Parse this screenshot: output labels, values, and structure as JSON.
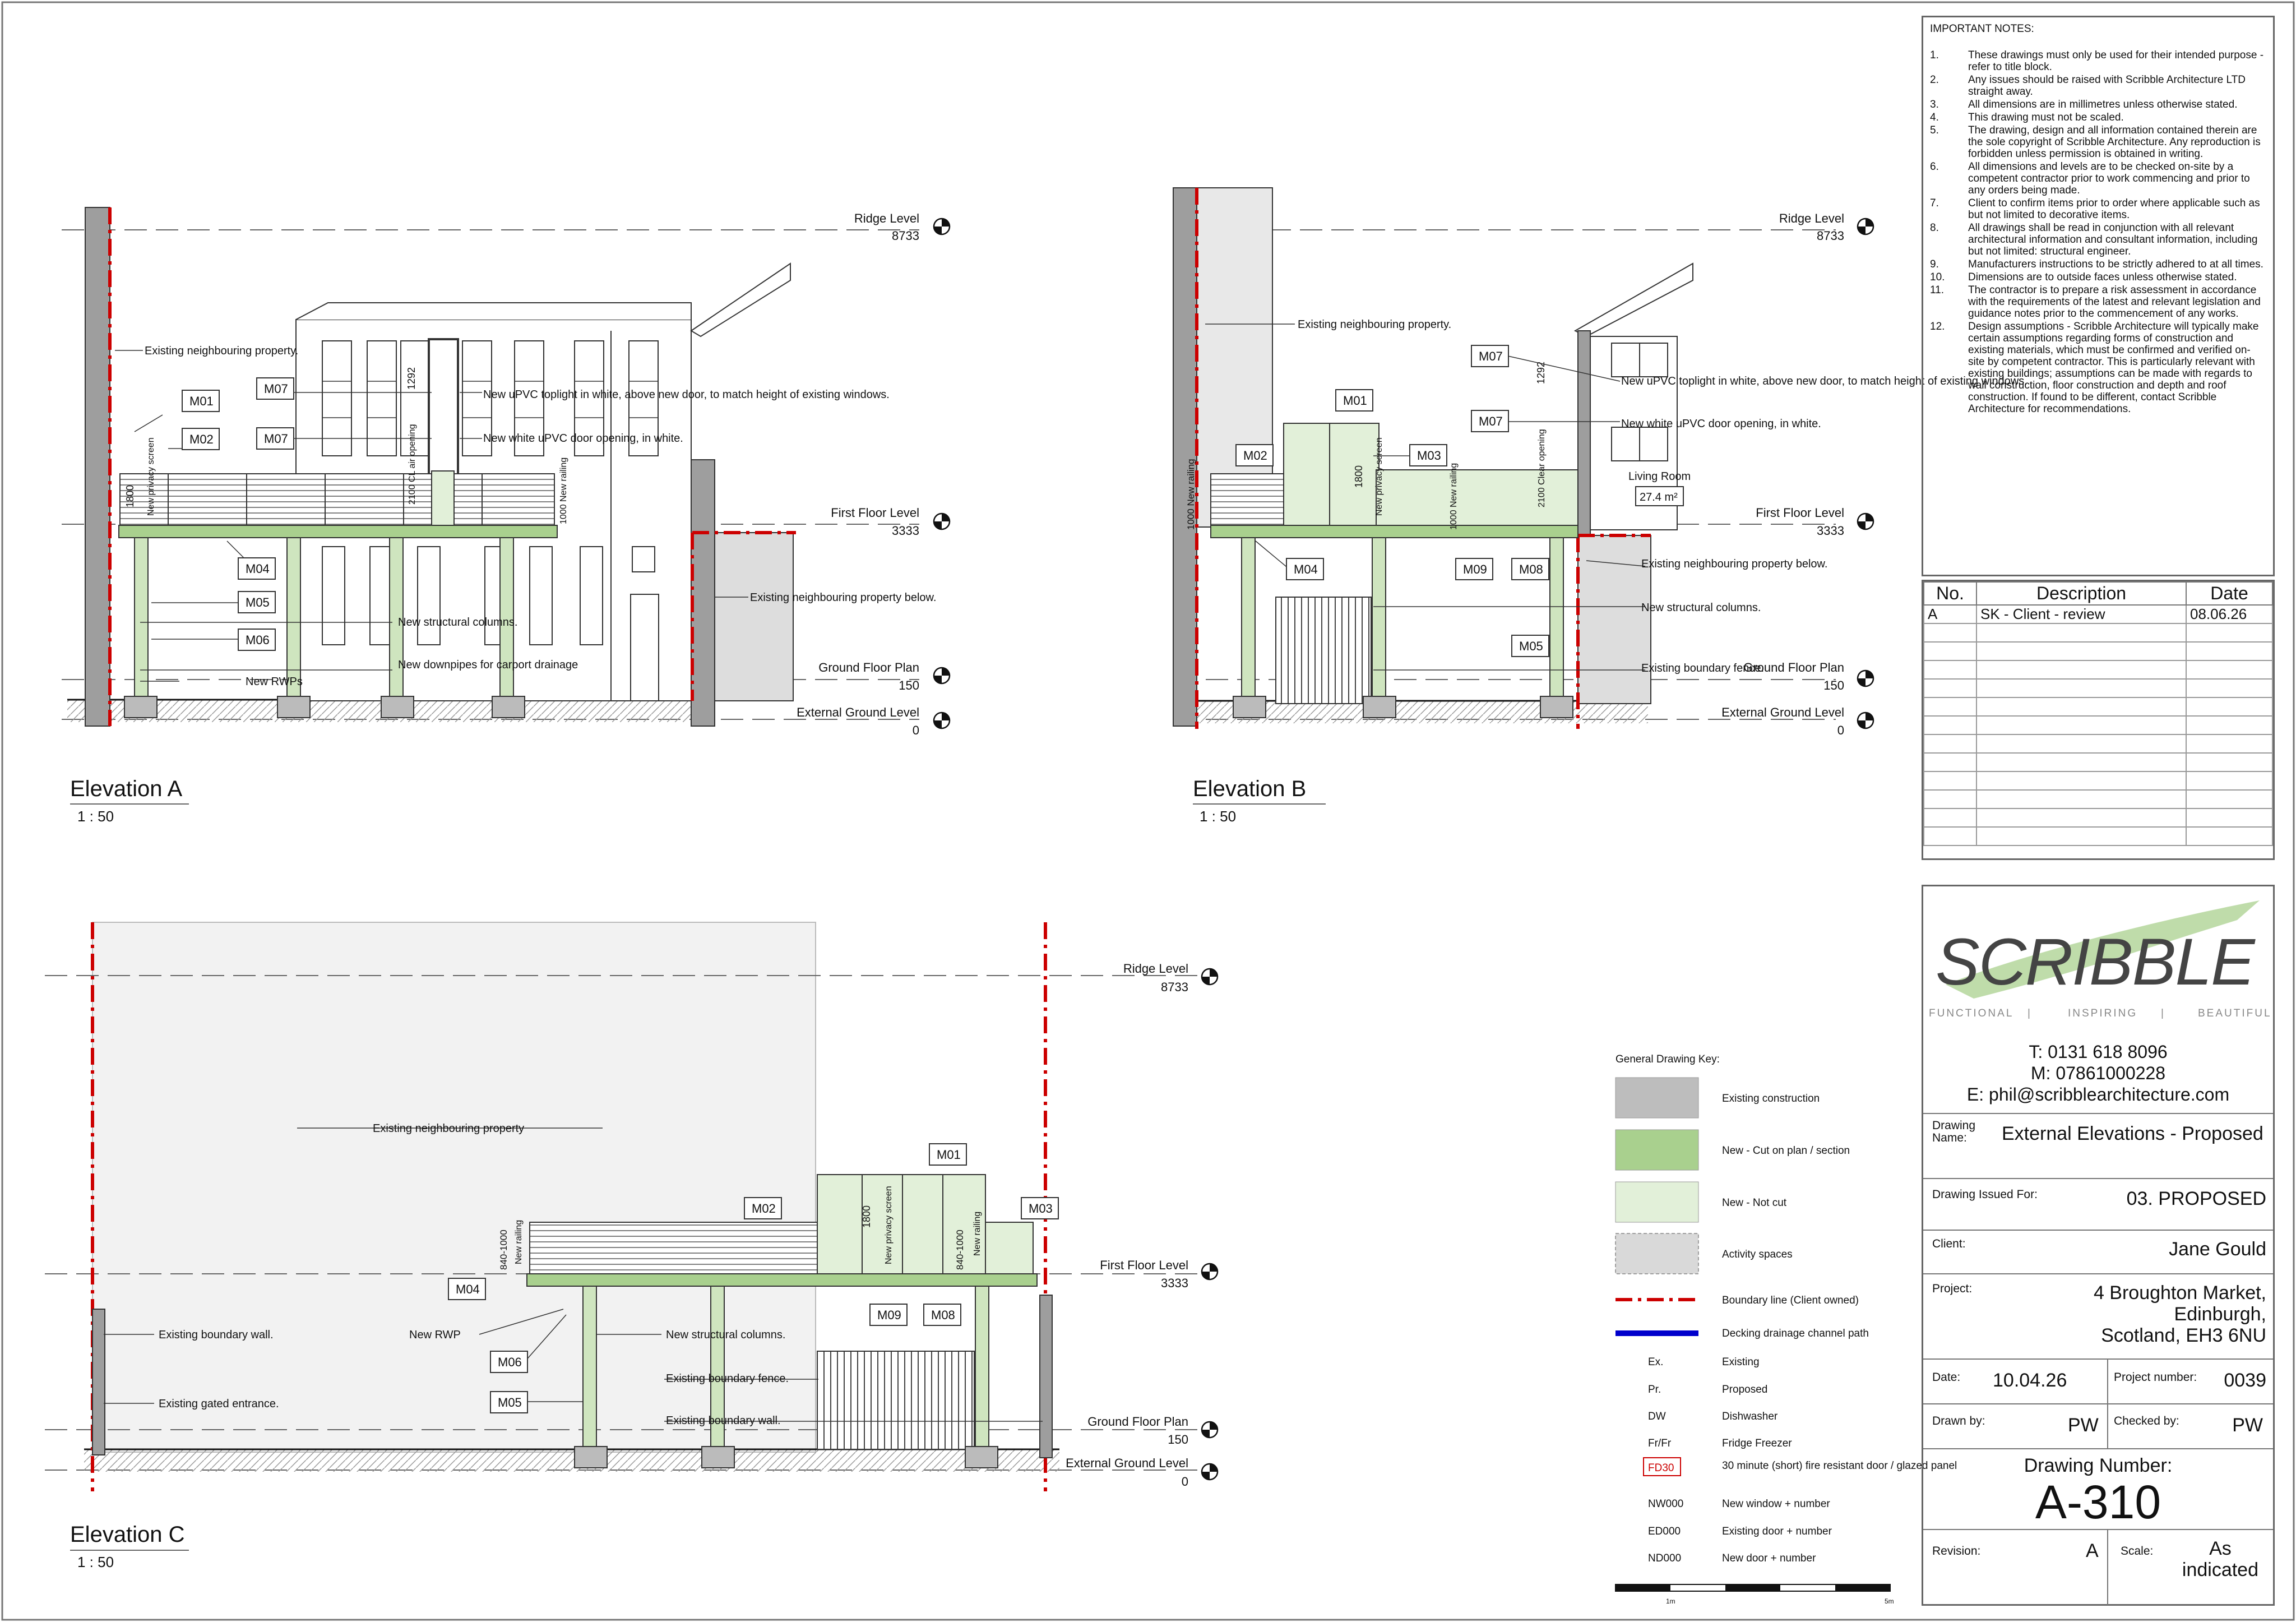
{
  "notes": {
    "heading": "IMPORTANT NOTES:",
    "items": [
      {
        "n": "1.",
        "t": "These drawings must only be used for their intended purpose - refer to title block."
      },
      {
        "n": "2.",
        "t": "Any issues should be raised with Scribble Architecture LTD straight away."
      },
      {
        "n": "3.",
        "t": "All dimensions are in millimetres unless otherwise stated."
      },
      {
        "n": "4.",
        "t": "This drawing must not be scaled."
      },
      {
        "n": "5.",
        "t": "The drawing, design and all information contained therein are the sole copyright of Scribble Architecture. Any reproduction is forbidden unless permission is obtained in writing."
      },
      {
        "n": "6.",
        "t": "All dimensions and levels are to be checked on-site by a competent contractor prior to work commencing and prior to any orders being made."
      },
      {
        "n": "7.",
        "t": "Client to confirm items prior to order where applicable such as but not limited to decorative items."
      },
      {
        "n": "8.",
        "t": "All drawings shall be read in conjunction with all relevant architectural information and consultant information, including but not limited: structural engineer."
      },
      {
        "n": "9.",
        "t": "Manufacturers instructions to be strictly adhered to at all times."
      },
      {
        "n": "10.",
        "t": "Dimensions are to outside faces unless otherwise stated."
      },
      {
        "n": "11.",
        "t": "The contractor is to prepare a risk assessment in accordance with the requirements of the latest and relevant legislation and guidance notes prior to the commencement of any works."
      },
      {
        "n": "12.",
        "t": "Design assumptions - Scribble Architecture will typically make certain assumptions regarding forms of construction and existing materials, which must be confirmed and verified on-site by competent contractor. This is particularly relevant with existing buildings; assumptions can be made with regards to wall construction, floor construction and depth and roof construction. If found to be different, contact Scribble Architecture for recommendations."
      }
    ]
  },
  "revisions": {
    "headers": [
      "No.",
      "Description",
      "Date"
    ],
    "rows": [
      [
        "A",
        "SK - Client - review",
        "08.06.26"
      ]
    ]
  },
  "titleblock": {
    "logo": "SCRIBBLE",
    "tagline": [
      "FUNCTIONAL",
      "|",
      "INSPIRING",
      "|",
      "BEAUTIFUL"
    ],
    "phone": "T: 0131 618 8096",
    "mobile": "M: 07861000228",
    "email": "E: phil@scribblearchitecture.com",
    "drawing_name_label": "Drawing Name:",
    "drawing_name": "External Elevations - Proposed",
    "issued_label": "Drawing Issued For:",
    "issued": "03. PROPOSED",
    "client_label": "Client:",
    "client": "Jane Gould",
    "project_label": "Project:",
    "project": [
      "4 Broughton Market,",
      "Edinburgh,",
      "Scotland, EH3 6NU"
    ],
    "date_label": "Date:",
    "date": "10.04.26",
    "project_number_label": "Project number:",
    "project_number": "0039",
    "drawn_label": "Drawn by:",
    "drawn": "PW",
    "checked_label": "Checked by:",
    "checked": "PW",
    "number_label": "Drawing Number:",
    "number": "A-310",
    "revision_label": "Revision:",
    "revision": "A",
    "scale_label": "Scale:",
    "scale": [
      "As",
      "indicated"
    ]
  },
  "key": {
    "title": "General Drawing Key:",
    "swatches": [
      {
        "label": "Existing construction",
        "fill": "#bdbdbd"
      },
      {
        "label": "New - Cut on plan / section",
        "fill": "#a9d08e"
      },
      {
        "label": "New - Not cut",
        "fill": "#e2f0d9"
      },
      {
        "label": "Activity spaces",
        "fill": "#d9d9d9"
      }
    ],
    "lines": [
      {
        "label": "Boundary line (Client owned)",
        "color": "#cc0000"
      },
      {
        "label": "Decking drainage channel path",
        "color": "#0000cc"
      }
    ],
    "abbrevs": [
      {
        "code": "Ex.",
        "label": "Existing"
      },
      {
        "code": "Pr.",
        "label": "Proposed"
      },
      {
        "code": "DW",
        "label": "Dishwasher"
      },
      {
        "code": "Fr/Fr",
        "label": "Fridge Freezer"
      },
      {
        "code": "FD30",
        "label": "30 minute (short) fire resistant door / glazed panel"
      },
      {
        "code": "NW000",
        "label": "New window + number"
      },
      {
        "code": "ED000",
        "label": "Existing door + number"
      },
      {
        "code": "ND000",
        "label": "New door + number"
      }
    ],
    "scalebar": [
      "1m",
      "5m"
    ]
  },
  "levels": {
    "ridge": {
      "name": "Ridge Level",
      "value": "8733"
    },
    "first": {
      "name": "First Floor Level",
      "value": "3333"
    },
    "ground": {
      "name": "Ground Floor Plan",
      "value": "150"
    },
    "external": {
      "name": "External Ground Level",
      "value": "0"
    }
  },
  "elevation_a": {
    "title": "Elevation A",
    "scale": "1 : 50",
    "tags": [
      "M01",
      "M02",
      "M07",
      "M07",
      "M04",
      "M05",
      "M06"
    ],
    "notes": {
      "neighbour": "Existing neighbouring property.",
      "toplight": "New uPVC toplight in white, above new door, to match height of existing windows.",
      "door": "New white uPVC door opening, in white.",
      "columns": "New structural columns.",
      "downpipes": "New downpipes for carport drainage",
      "rwps": "New RWPs",
      "below": "Existing neighbouring property below."
    },
    "dims": [
      "1800",
      "New privacy screen",
      "1292",
      "2100 CL air opening",
      "1000 New railing"
    ]
  },
  "elevation_b": {
    "title": "Elevation B",
    "scale": "1 : 50",
    "tags": [
      "M07",
      "M07",
      "M01",
      "M02",
      "M03",
      "M04",
      "M09",
      "M08",
      "M05"
    ],
    "notes": {
      "neighbour": "Existing neighbouring property.",
      "toplight": "New uPVC toplight in white, above new door, to match height of existing windows.",
      "door": "New white uPVC door opening, in white.",
      "room": "Living Room",
      "area": "27.4 m²",
      "below": "Existing neighbouring property below.",
      "columns": "New structural columns.",
      "fence": "Existing boundary fence."
    },
    "dims": [
      "1000 New railing",
      "1800",
      "New privacy screen",
      "1000 New railing",
      "2100 Clear opening",
      "1292"
    ]
  },
  "elevation_c": {
    "title": "Elevation C",
    "scale": "1 : 50",
    "tags": [
      "M01",
      "M02",
      "M03",
      "M04",
      "M09",
      "M08",
      "M06",
      "M05"
    ],
    "notes": {
      "neighbour": "Existing neighbouring property",
      "wall": "Existing boundary wall.",
      "gated": "Existing gated entrance.",
      "rwp": "New RWP",
      "columns": "New structural columns.",
      "fence": "Existing boundary fence.",
      "wall2": "Existing boundary wall."
    },
    "dims": [
      "840-1000",
      "New railing",
      "1800",
      "New privacy screen",
      "840-1000",
      "New railing"
    ]
  }
}
